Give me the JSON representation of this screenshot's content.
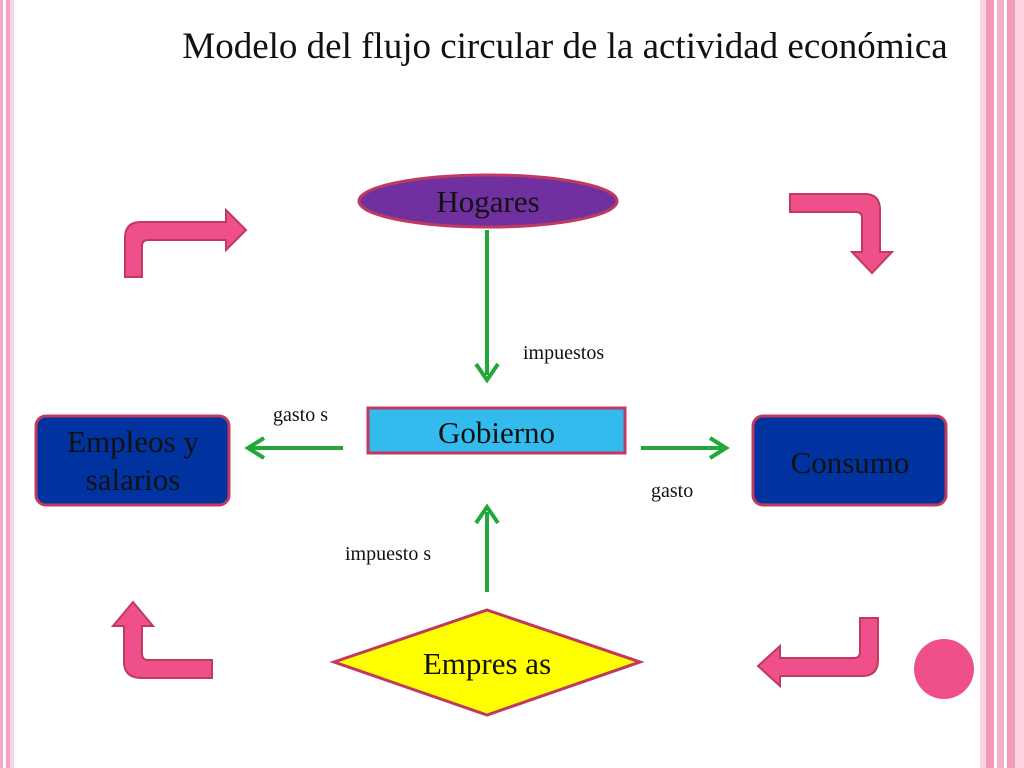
{
  "title": "Modelo del flujo circular de la actividad económica",
  "nodes": {
    "hogares": "Hogares",
    "gobierno": "Gobierno",
    "empleos": "Empleos y salarios",
    "consumo": "Consumo",
    "empresas": "Empres as"
  },
  "labels": {
    "impuestos_top": "impuestos",
    "gastos_left": "gasto s",
    "gasto_right": "gasto",
    "impuestos_bottom": "impuesto s"
  },
  "colors": {
    "hogares_fill": "#7030a0",
    "gobierno_fill": "#33bbee",
    "box_fill": "#0033a0",
    "empresas_fill": "#ffff00",
    "border": "#c0395e",
    "green_arrow": "#22a83a",
    "pink_arrow": "#f0508a",
    "pink_circle": "#f0508a"
  }
}
